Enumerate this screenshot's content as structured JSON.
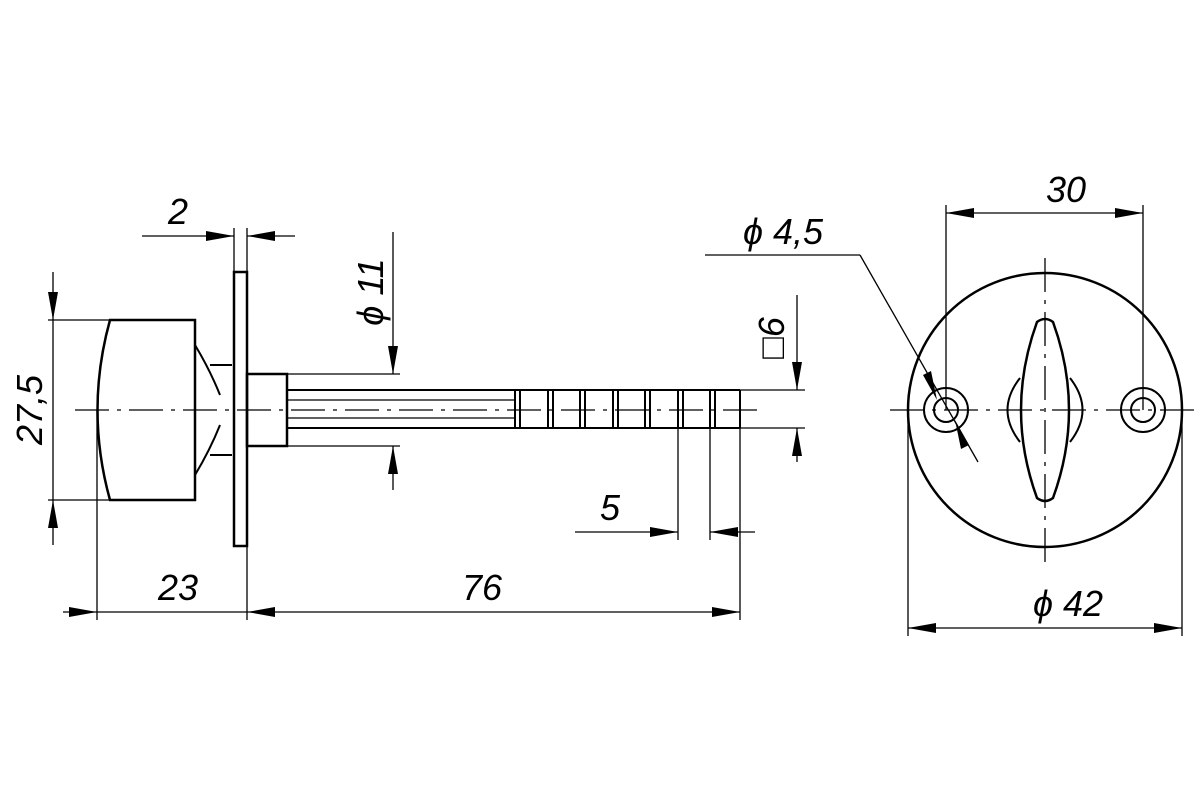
{
  "dimensions": {
    "plate_thickness": "2",
    "spindle_diameter": "ϕ 11",
    "square_size": "□6",
    "hole_diameter": "ϕ 4,5",
    "hole_spacing": "30",
    "knob_height": "27,5",
    "knob_length": "23",
    "spindle_length": "76",
    "notch_pitch": "5",
    "rosette_diameter": "ϕ 42"
  }
}
